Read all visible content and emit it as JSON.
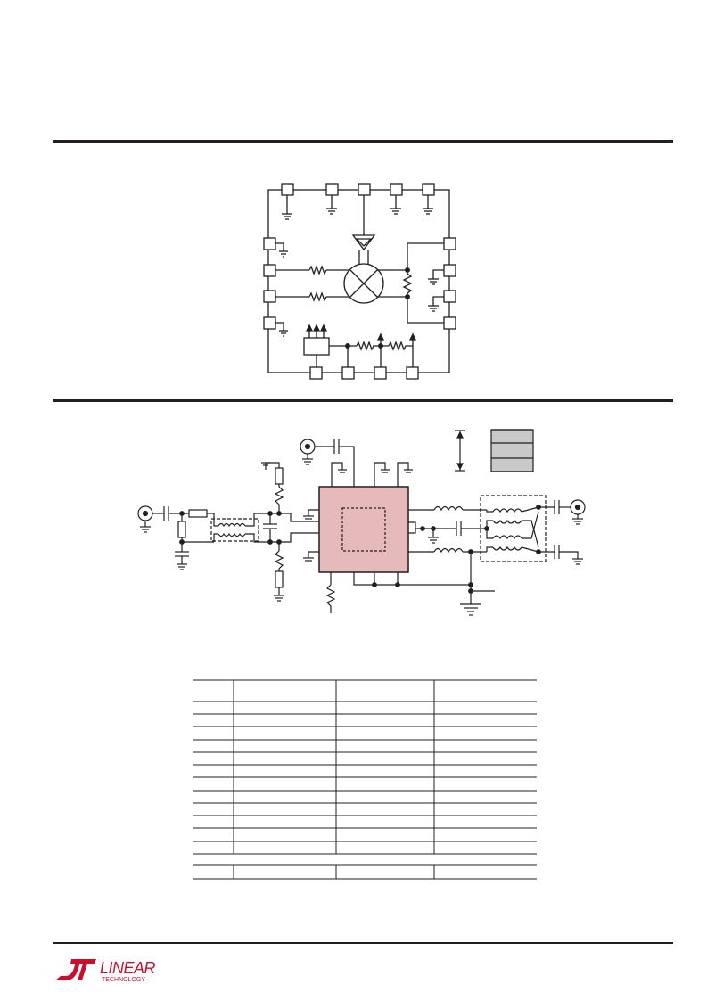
{
  "page": {
    "logo": {
      "name": "linear-technology-logo",
      "wordmark": "LINEAR",
      "subtext": "TECHNOLOGY"
    }
  },
  "block_diagram": {
    "top_pins": 5,
    "bottom_pins": 4,
    "left_pins": 4,
    "right_pins": 4,
    "symbols": [
      "mixer-icon",
      "amplifier-icon",
      "bias-block",
      "ground-icon",
      "resistor-icon"
    ]
  },
  "application_circuit": {
    "chip_color": "#e6b9bb",
    "layer_swatch_color": "#c9c9c9"
  },
  "table": {
    "columns": 4,
    "rows": 14
  }
}
